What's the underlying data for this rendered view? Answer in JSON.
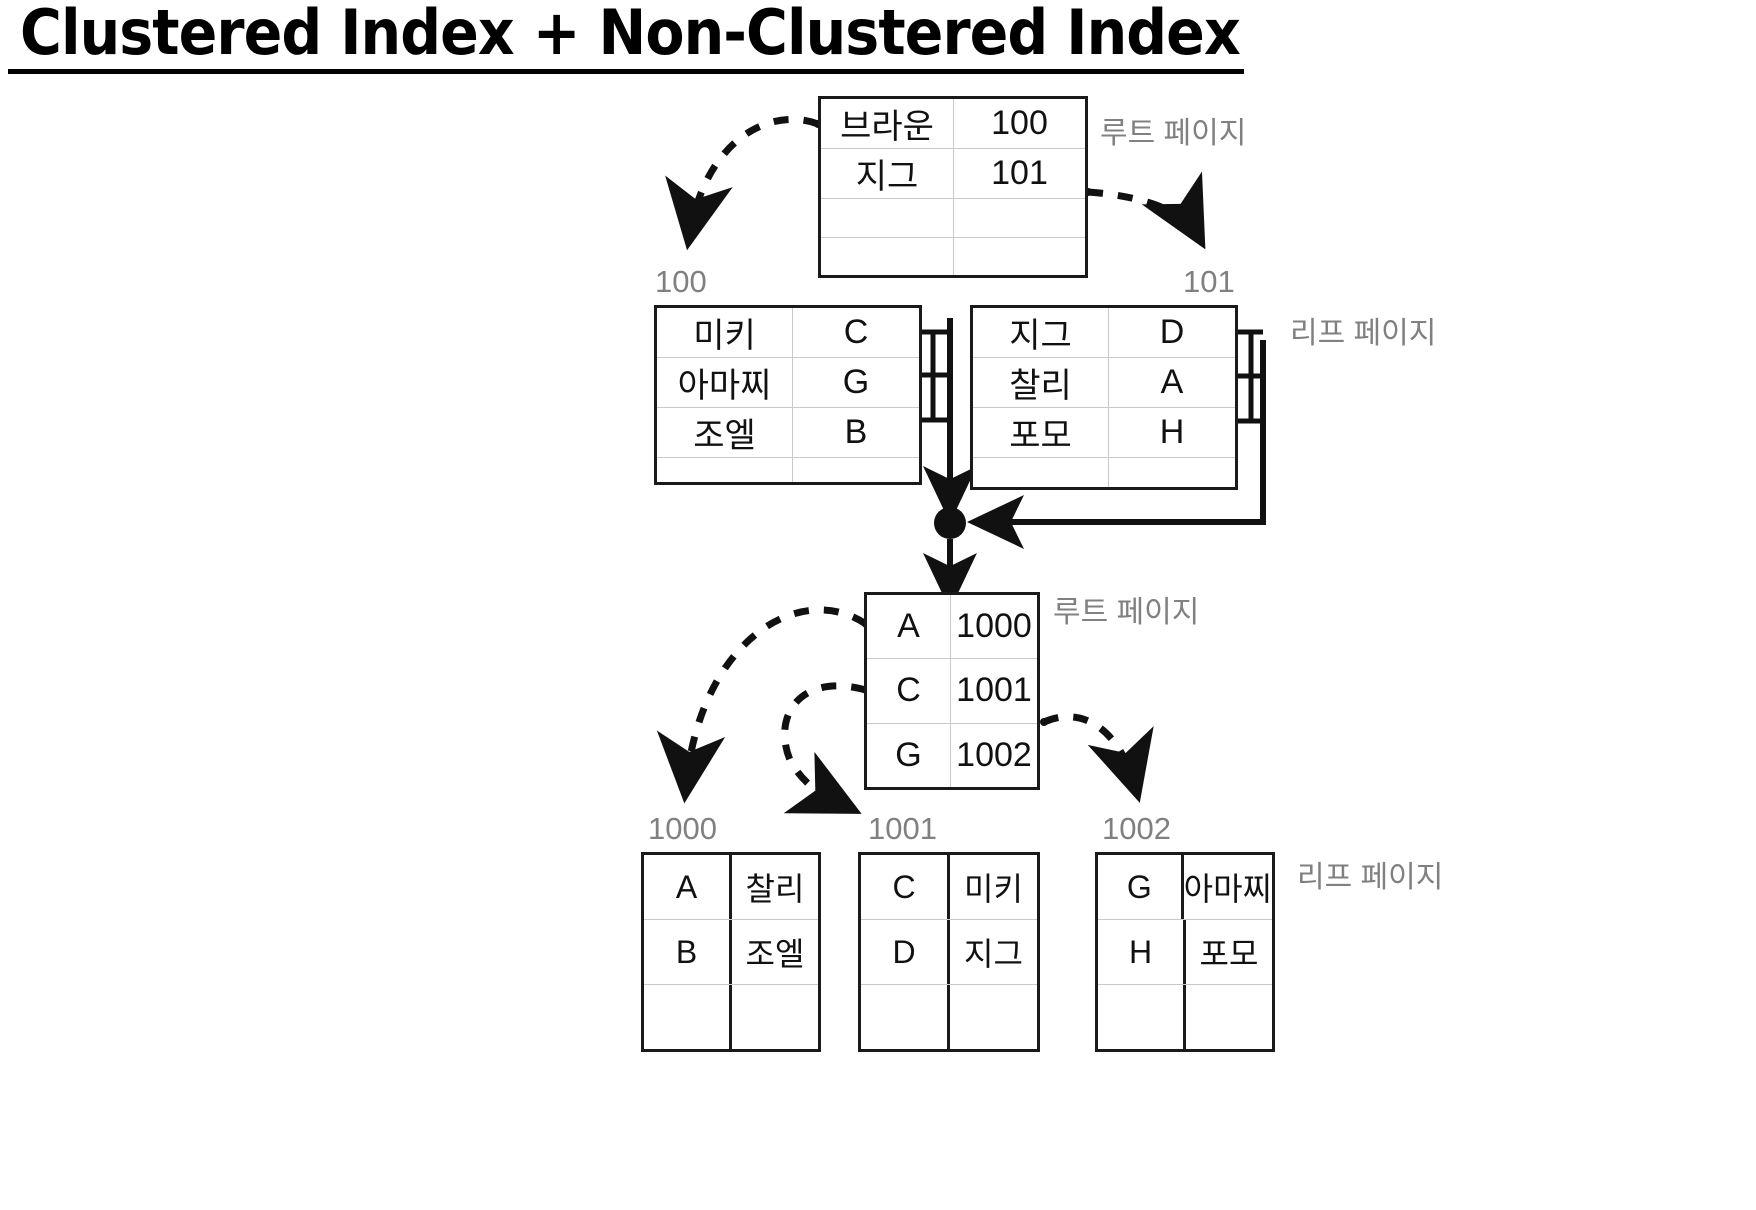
{
  "title": "Clustered Index + Non-Clustered Index",
  "labels": {
    "root_page": "루트 페이지",
    "leaf_page": "리프 페이지"
  },
  "clustered_index": {
    "root": {
      "caption": "루트 페이지",
      "rows": [
        {
          "key": "브라운",
          "value": "100"
        },
        {
          "key": "지그",
          "value": "101"
        },
        {
          "key": "",
          "value": ""
        },
        {
          "key": "",
          "value": ""
        }
      ]
    },
    "leaf_caption": "리프 페이지",
    "leaves": [
      {
        "page_id": "100",
        "rows": [
          {
            "key": "미키",
            "value": "C"
          },
          {
            "key": "아마찌",
            "value": "G"
          },
          {
            "key": "조엘",
            "value": "B"
          },
          {
            "key": "",
            "value": ""
          }
        ]
      },
      {
        "page_id": "101",
        "rows": [
          {
            "key": "지그",
            "value": "D"
          },
          {
            "key": "찰리",
            "value": "A"
          },
          {
            "key": "포모",
            "value": "H"
          },
          {
            "key": "",
            "value": ""
          }
        ]
      }
    ]
  },
  "nonclustered_index": {
    "root": {
      "caption": "루트 페이지",
      "rows": [
        {
          "key": "A",
          "value": "1000"
        },
        {
          "key": "C",
          "value": "1001"
        },
        {
          "key": "G",
          "value": "1002"
        }
      ]
    },
    "leaf_caption": "리프 페이지",
    "leaves": [
      {
        "page_id": "1000",
        "rows": [
          {
            "key": "A",
            "value": "찰리"
          },
          {
            "key": "B",
            "value": "조엘"
          },
          {
            "key": "",
            "value": ""
          }
        ]
      },
      {
        "page_id": "1001",
        "rows": [
          {
            "key": "C",
            "value": "미키"
          },
          {
            "key": "D",
            "value": "지그"
          },
          {
            "key": "",
            "value": ""
          }
        ]
      },
      {
        "page_id": "1002",
        "rows": [
          {
            "key": "G",
            "value": "아마찌"
          },
          {
            "key": "H",
            "value": "포모"
          },
          {
            "key": "",
            "value": ""
          }
        ]
      }
    ]
  },
  "colors": {
    "ink": "#1a1a1a",
    "gridline": "#c9c9c9",
    "caption": "#808080",
    "background": "#ffffff"
  }
}
